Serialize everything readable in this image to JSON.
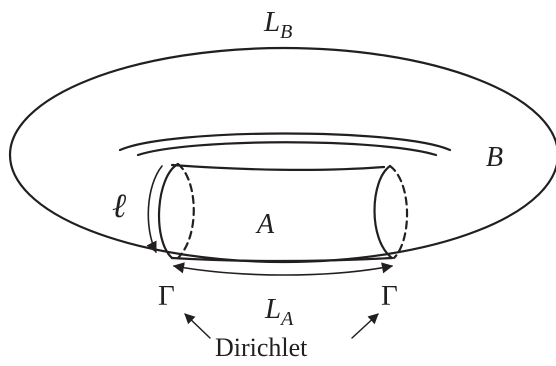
{
  "labels": {
    "LB": {
      "main": "L",
      "sub": "B"
    },
    "B": "B",
    "ell": "ℓ",
    "A": "A",
    "gamma_left": "Γ",
    "gamma_right": "Γ",
    "LA": {
      "main": "L",
      "sub": "A"
    },
    "dirichlet": "Dirichlet"
  },
  "colors": {
    "ink": "#231f20",
    "background": "#ffffff"
  }
}
